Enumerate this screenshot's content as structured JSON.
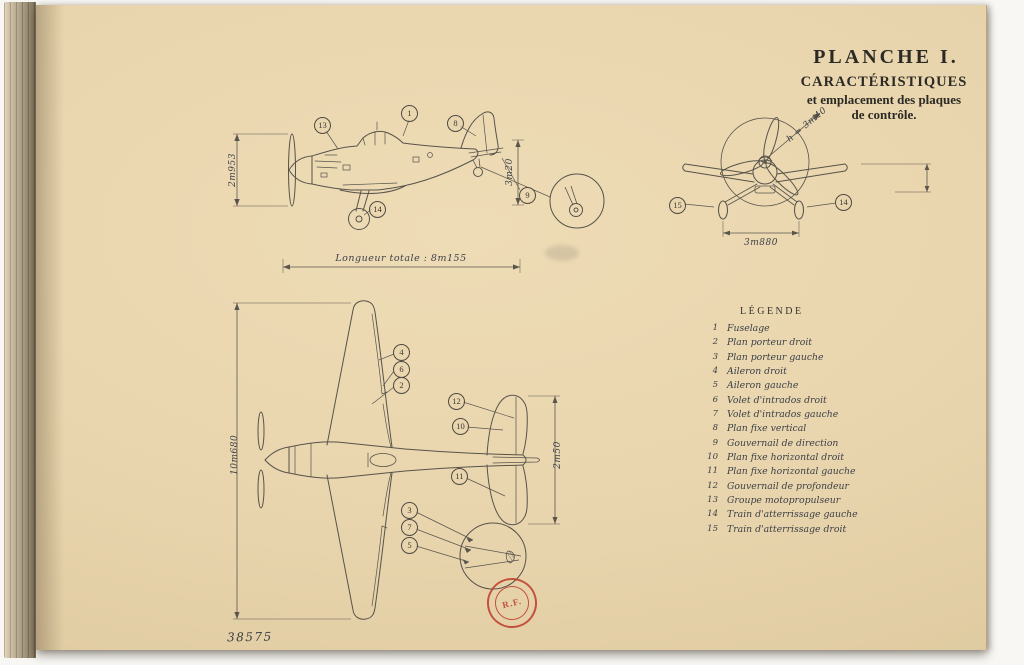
{
  "title_block": {
    "plate": "PLANCHE I.",
    "line1": "CARACTÉRISTIQUES",
    "line2": "et emplacement des plaques",
    "line3": "de contrôle."
  },
  "side_view": {
    "callouts": [
      "13",
      "1",
      "8",
      "14",
      "9"
    ],
    "dims": {
      "prop_diameter": "2m953",
      "tail_height": "3m20",
      "length": "Longueur totale : 8m155"
    }
  },
  "front_view": {
    "callouts": [
      "15",
      "14"
    ],
    "dims": {
      "prop_note": "h = 3m40",
      "track": "3m880"
    }
  },
  "plan_view": {
    "callouts": [
      "4",
      "6",
      "2",
      "12",
      "10",
      "11",
      "3",
      "7",
      "5"
    ],
    "dims": {
      "span": "10m680",
      "tail_span": "2m50"
    },
    "ref_number": "38575"
  },
  "legend": {
    "title": "LÉGENDE",
    "items": [
      {
        "num": "1",
        "label": "Fuselage"
      },
      {
        "num": "2",
        "label": "Plan porteur droit"
      },
      {
        "num": "3",
        "label": "Plan porteur gauche"
      },
      {
        "num": "4",
        "label": "Aileron droit"
      },
      {
        "num": "5",
        "label": "Aileron gauche"
      },
      {
        "num": "6",
        "label": "Volet d'intrados droit"
      },
      {
        "num": "7",
        "label": "Volet d'intrados gauche"
      },
      {
        "num": "8",
        "label": "Plan fixe vertical"
      },
      {
        "num": "9",
        "label": "Gouvernail de direction"
      },
      {
        "num": "10",
        "label": "Plan fixe horizontal droit"
      },
      {
        "num": "11",
        "label": "Plan fixe horizontal gauche"
      },
      {
        "num": "12",
        "label": "Gouvernail de profondeur"
      },
      {
        "num": "13",
        "label": "Groupe motopropulseur"
      },
      {
        "num": "14",
        "label": "Train d'atterrissage gauche"
      },
      {
        "num": "15",
        "label": "Train d'atterrissage droit"
      }
    ]
  },
  "stamp": {
    "label": "R.F."
  }
}
